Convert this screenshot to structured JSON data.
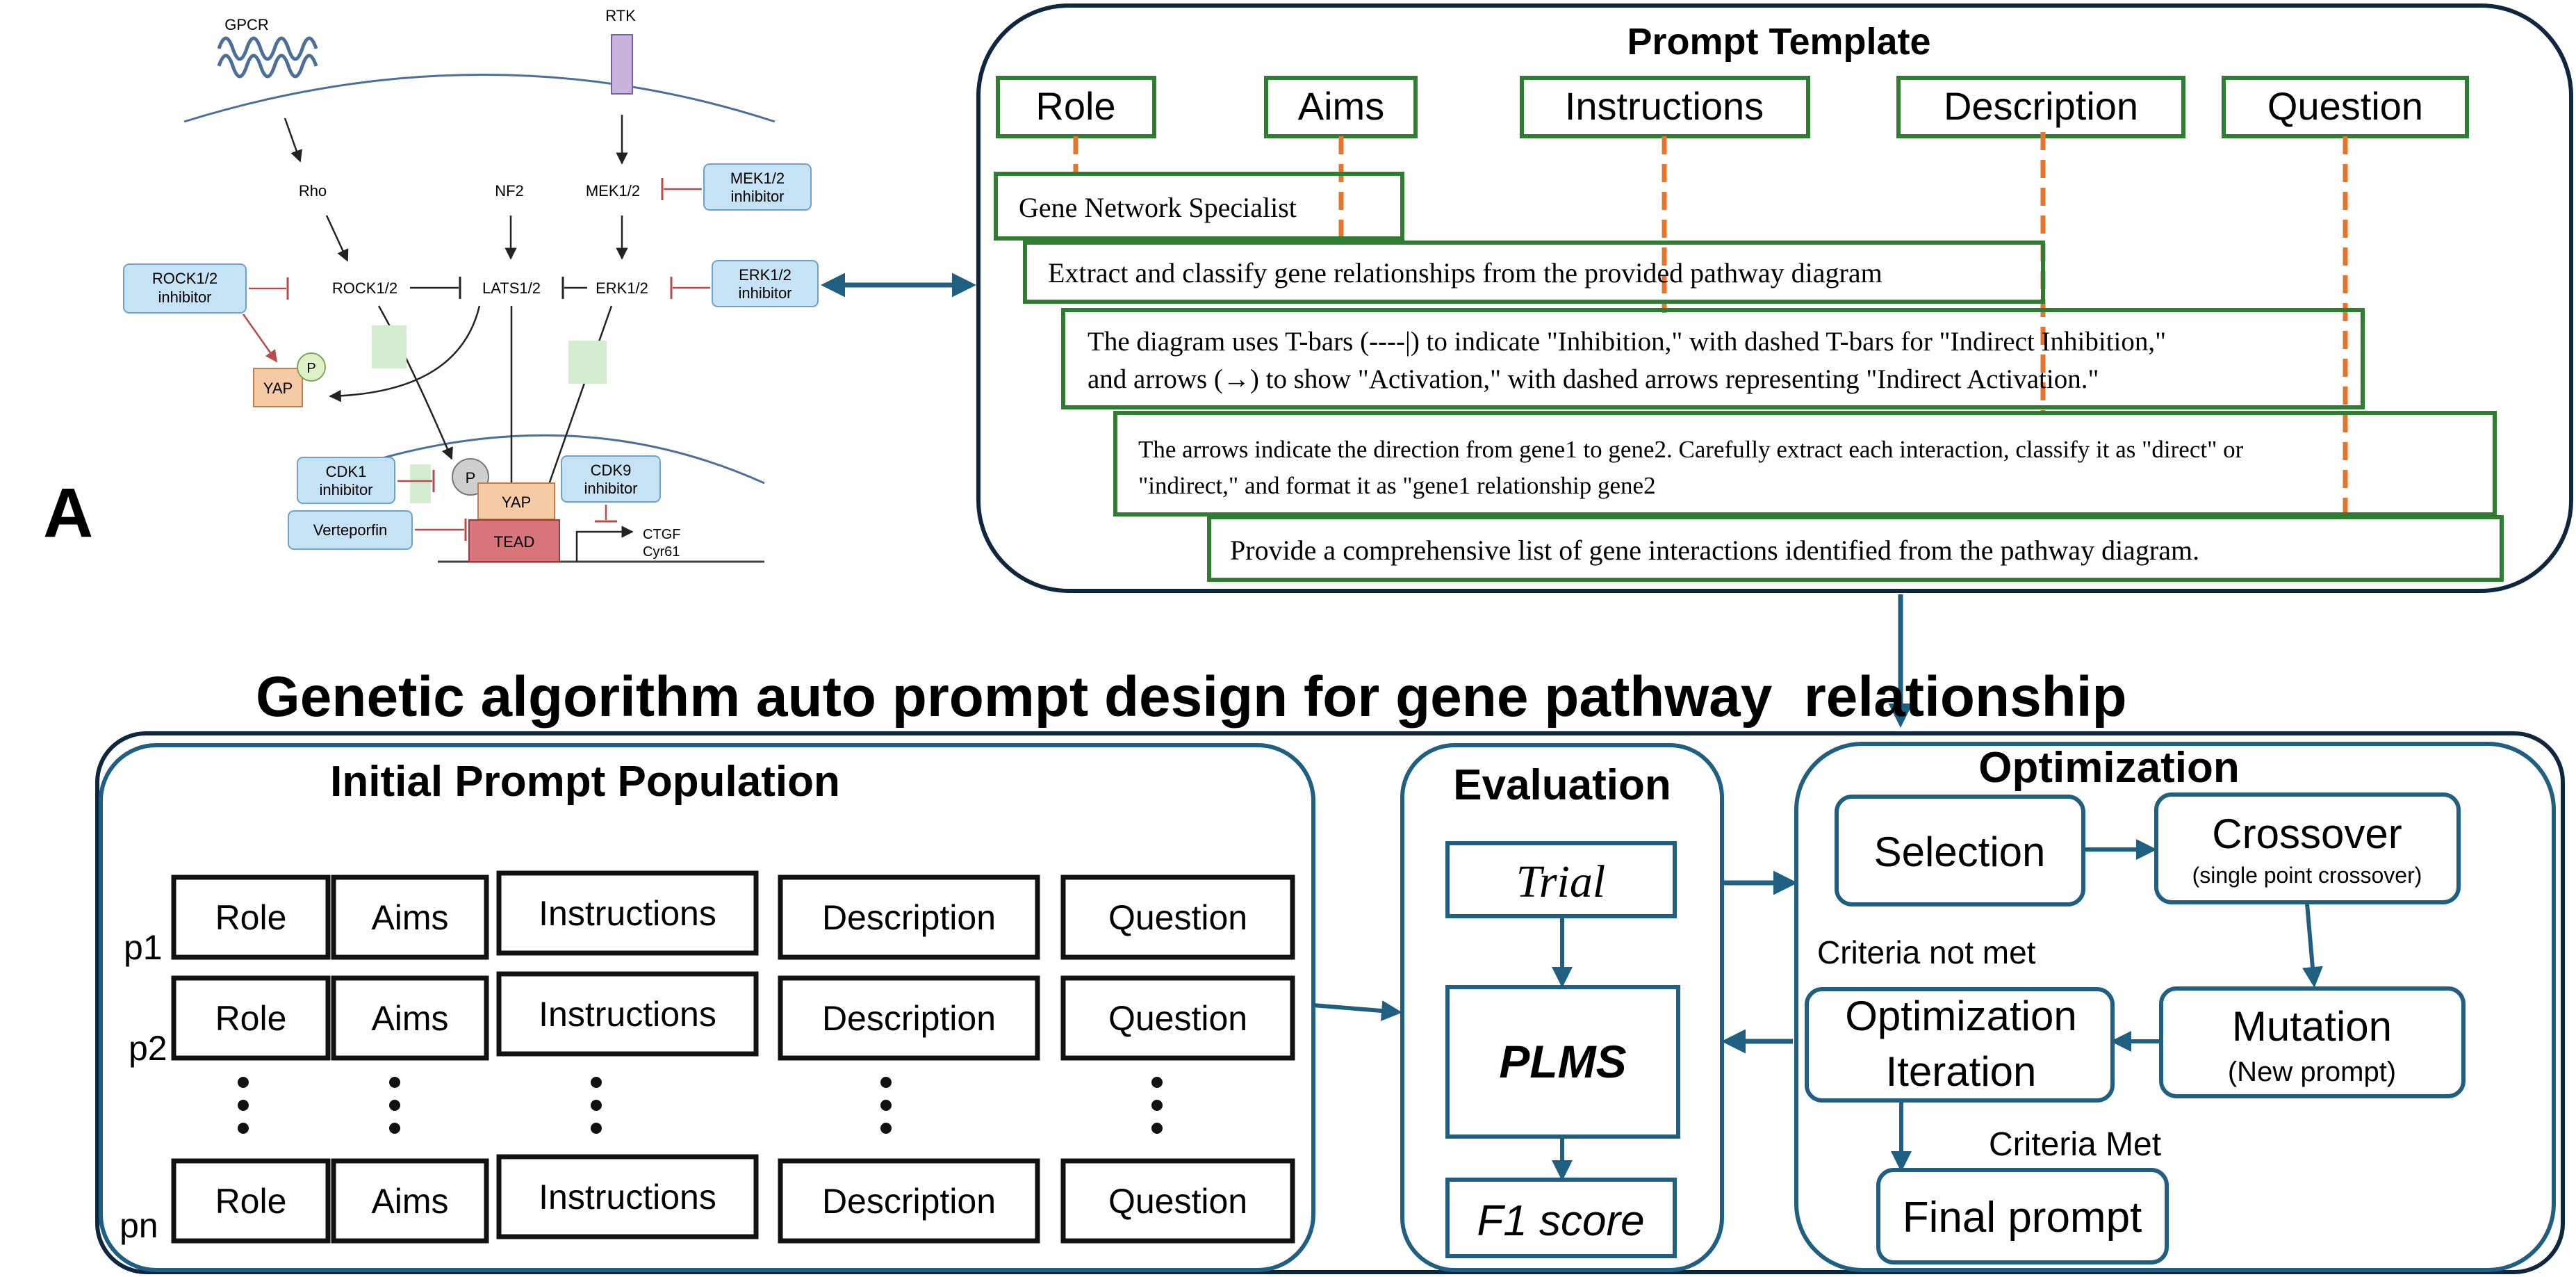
{
  "panel_label": "A",
  "pathway": {
    "receptor_left": "GPCR",
    "receptor_right": "RTK",
    "nodes": {
      "rho": "Rho",
      "nf2": "NF2",
      "mek": "MEK1/2",
      "rock": "ROCK1/2",
      "lats": "LATS1/2",
      "erk": "ERK1/2",
      "yap_cyto": "YAP",
      "p_cyto": "P",
      "p_nuc": "P",
      "yap_nuc": "YAP",
      "tead": "TEAD",
      "ctgf": "CTGF",
      "cyr61": "Cyr61"
    },
    "inhibitors": {
      "mek_inh": [
        "MEK1/2",
        "inhibitor"
      ],
      "erk_inh": [
        "ERK1/2",
        "inhibitor"
      ],
      "rock_inh": [
        "ROCK1/2",
        "inhibitor"
      ],
      "cdk1_inh": [
        "CDK1",
        "inhibitor"
      ],
      "cdk9_inh": [
        "CDK9",
        "inhibitor"
      ],
      "verteporfin": "Verteporfin"
    }
  },
  "prompt_template": {
    "title": "Prompt Template",
    "headers": [
      "Role",
      "Aims",
      "Instructions",
      "Description",
      "Question"
    ],
    "role_text": "Gene Network Specialist",
    "aims_text": "Extract and classify gene relationships from the provided pathway diagram",
    "instructions_line1": "The diagram uses T-bars (----|) to indicate \"Inhibition,\" with dashed T-bars for \"Indirect Inhibition,\"",
    "instructions_line2": "and arrows (→) to show \"Activation,\" with dashed arrows representing \"Indirect Activation.\"",
    "description_line1": "The arrows indicate the direction from gene1 to gene2. Carefully extract each interaction, classify it as \"direct\" or",
    "description_line2": "\"indirect,\" and format it as \"gene1 relationship gene2",
    "question_text": "Provide a comprehensive list of gene interactions identified from the pathway diagram."
  },
  "main_title": "Genetic algorithm auto prompt design for gene pathway  relationship",
  "population": {
    "title": "Initial Prompt Population",
    "rows": [
      {
        "label": "p1",
        "cells": [
          "Role",
          "Aims",
          "Instructions",
          "Description",
          "Question"
        ]
      },
      {
        "label": "p2",
        "cells": [
          "Role",
          "Aims",
          "Instructions",
          "Description",
          "Question"
        ]
      },
      {
        "label": "pn",
        "cells": [
          "Role",
          "Aims",
          "Instructions",
          "Description",
          "Question"
        ]
      }
    ]
  },
  "evaluation": {
    "title": "Evaluation",
    "trial": "Trial",
    "plms": "PLMS",
    "f1": "F1 score"
  },
  "optimization": {
    "title": "Optimization",
    "selection": "Selection",
    "crossover": "Crossover",
    "crossover_sub": "(single point crossover)",
    "criteria_not_met": "Criteria not met",
    "iteration_line1": "Optimization",
    "iteration_line2": "Iteration",
    "mutation": "Mutation",
    "mutation_sub": "(New prompt)",
    "criteria_met": "Criteria Met",
    "final": "Final prompt"
  },
  "colors": {
    "green_border": "#2e7d32",
    "orange_dash": "#e8742c",
    "teal_border": "#1f5f82",
    "inhibitor_fill": "#c5e3f4",
    "yap_fill": "#f7caa6",
    "tead_fill": "#d8757a"
  }
}
